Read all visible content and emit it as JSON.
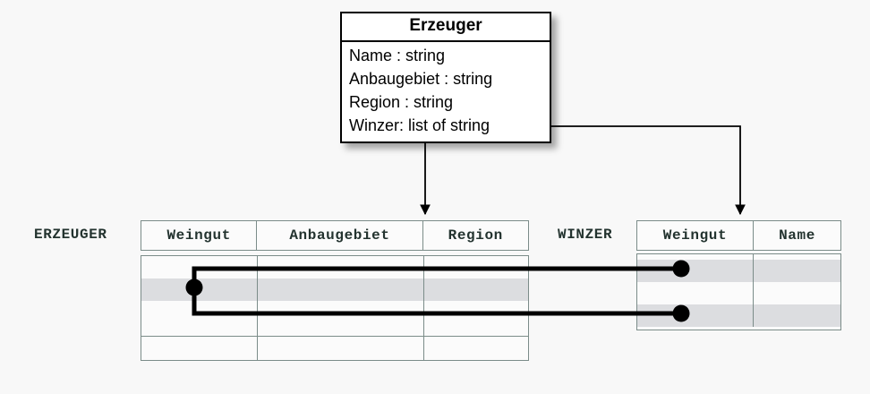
{
  "background": "#f8f8f8",
  "uml": {
    "title": "Erzeuger",
    "attributes": [
      "Name : string",
      "Anbaugebiet : string",
      "Region : string",
      "Winzer: list of string"
    ]
  },
  "tables": [
    {
      "name": "ERZEUGER",
      "columns": [
        "Weingut",
        "Anbaugebiet",
        "Region"
      ],
      "rows": [
        {
          "shaded": false,
          "values": [
            "",
            "",
            ""
          ]
        },
        {
          "shaded": true,
          "values": [
            "",
            "",
            ""
          ]
        },
        {
          "shaded": false,
          "values": [
            "",
            "",
            ""
          ]
        },
        {
          "shaded": false,
          "values": [
            "",
            "",
            ""
          ]
        }
      ]
    },
    {
      "name": "WINZER",
      "columns": [
        "Weingut",
        "Name"
      ],
      "rows": [
        {
          "shaded": true,
          "values": [
            "",
            ""
          ]
        },
        {
          "shaded": false,
          "values": [
            "",
            ""
          ]
        },
        {
          "shaded": true,
          "values": [
            "",
            ""
          ]
        }
      ]
    }
  ],
  "connections": {
    "mapping_arrows": [
      {
        "from": "uml-class",
        "to": "ERZEUGER"
      },
      {
        "from": "uml-attribute-winzer",
        "to": "WINZER.Weingut"
      }
    ],
    "value_links": [
      {
        "from": "ERZEUGER.row2.Weingut",
        "to": "WINZER.row1.Weingut"
      },
      {
        "from": "ERZEUGER.row2.Weingut",
        "to": "WINZER.row3.Weingut"
      }
    ]
  },
  "colors": {
    "line": "#000000",
    "table_border": "#7b8c89",
    "row_shade": "#dcdde0",
    "text": "#23332f",
    "uml_border": "#000000",
    "uml_fill": "#ffffff"
  }
}
